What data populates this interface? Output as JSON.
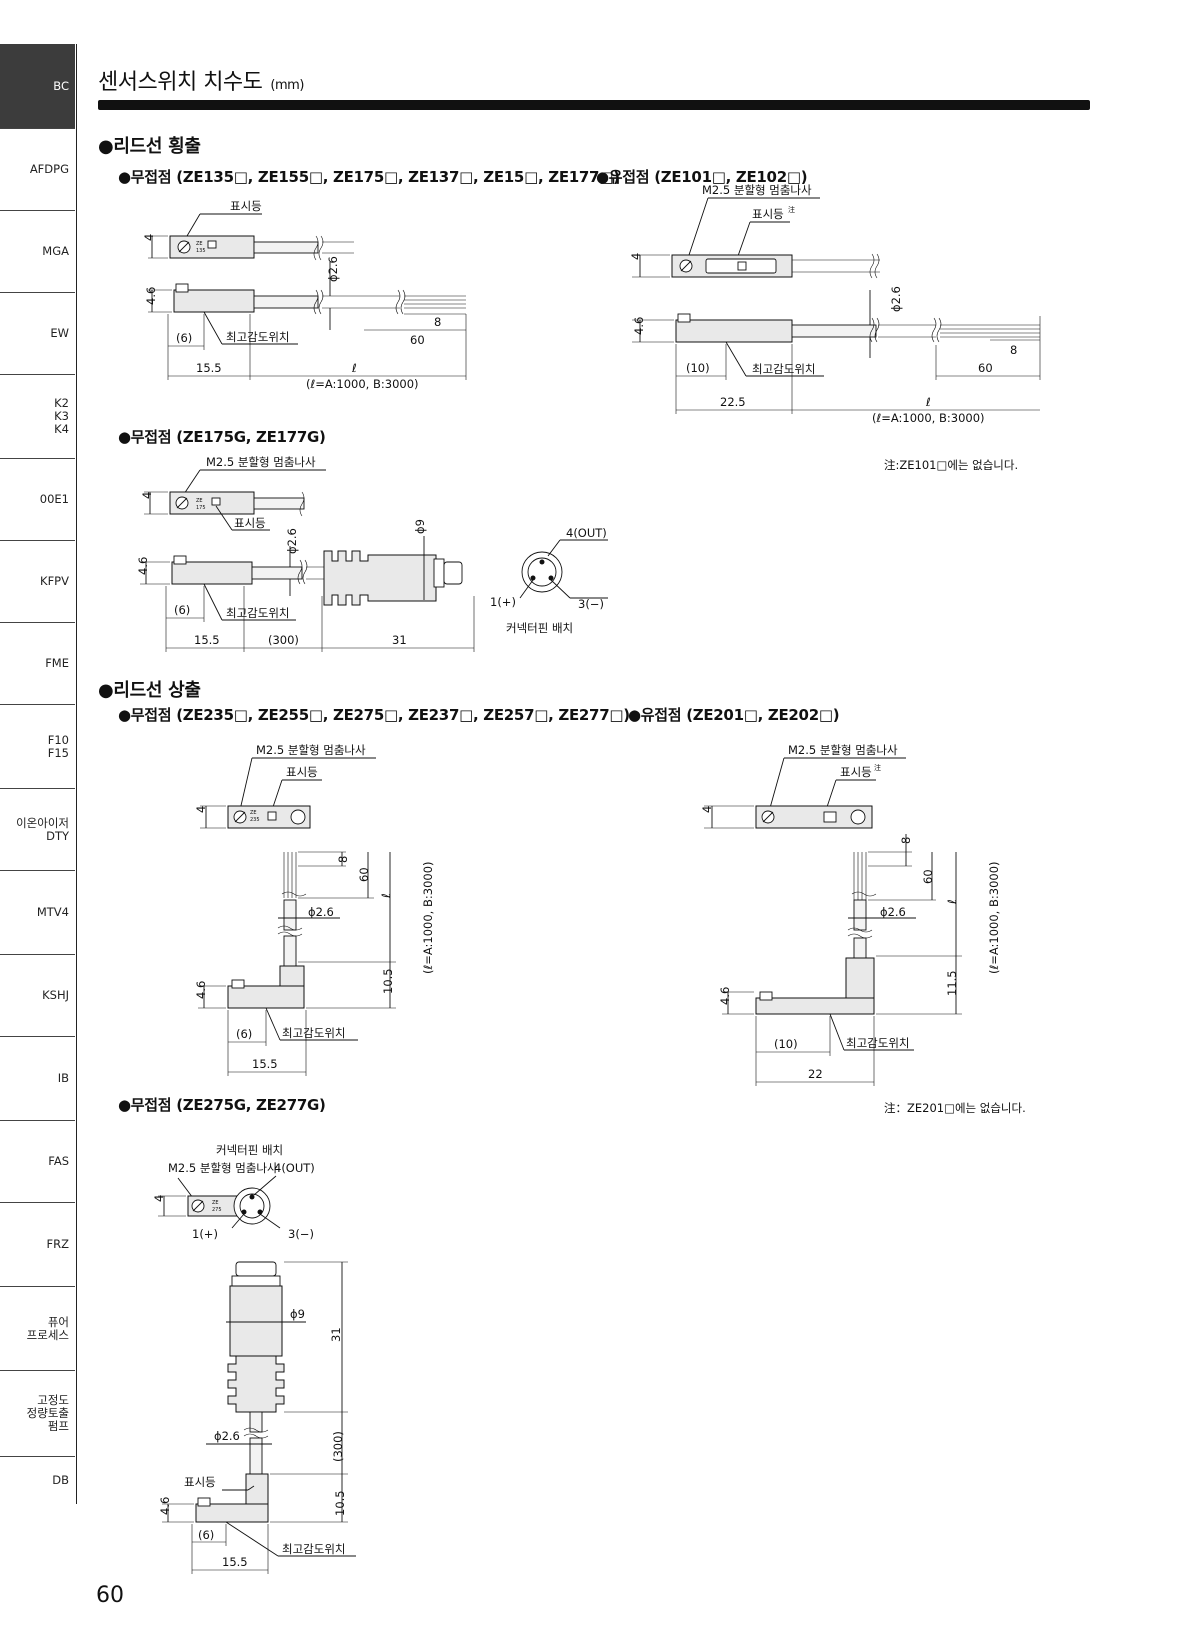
{
  "sidebar": {
    "tabs": [
      {
        "label": "BC",
        "active": true
      },
      {
        "label": "AFDPG"
      },
      {
        "label": "MGA"
      },
      {
        "label": "EW"
      },
      {
        "label": "K2\nK3\nK4"
      },
      {
        "label": "00E1"
      },
      {
        "label": "KFPV"
      },
      {
        "label": "FME"
      },
      {
        "label": "F10\nF15"
      },
      {
        "label": "이온아이저\nDTY"
      },
      {
        "label": "MTV4"
      },
      {
        "label": "KSHJ"
      },
      {
        "label": "IB"
      },
      {
        "label": "FAS"
      },
      {
        "label": "FRZ"
      },
      {
        "label": "퓨어\n프로세스"
      },
      {
        "label": "고정도\n정량토출\n펌프"
      },
      {
        "label": "DB"
      }
    ]
  },
  "header": {
    "title": "센서스위치 치수도",
    "unit": "(mm)"
  },
  "sections": {
    "lead_side": "●리드선 횡출",
    "lead_up": "●리드선 상출"
  },
  "subsections": {
    "side_contactless": "●무접점 (ZE135□, ZE155□, ZE175□, ZE137□, ZE15□, ZE177□)",
    "side_contact": "●유접점 (ZE101□, ZE102□)",
    "side_connector": "●무접점 (ZE175G, ZE177G)",
    "up_contactless": "●무접점 (ZE235□, ZE255□, ZE275□, ZE237□, ZE257□, ZE277□)",
    "up_contact": "●유접점 (ZE201□, ZE202□)",
    "up_connector": "●무접점 (ZE275G, ZE277G)"
  },
  "notes": {
    "side_contact_note": "注:ZE101□에는 없습니다.",
    "up_contact_note": "注：ZE201□에는 없습니다."
  },
  "labels": {
    "indicator": "표시등",
    "indicator_noted": "표시등",
    "note_mark": "注",
    "screw": "M2.5 분할형 멈춤나사",
    "max_sensitivity": "최고감도위치",
    "pin_layout": "커넥터핀 배치",
    "length_spec": "(ℓ=A:1000, B:3000)",
    "length_spec_vertical": "(ℓ=A:1000, B:3000)",
    "ell": "ℓ",
    "dia_2_6": "ϕ2.6",
    "dia_9": "ϕ9",
    "pin_out": "4(OUT)",
    "pin_plus": "1(+)",
    "pin_minus": "3(−)",
    "body_mark_1": "ZE",
    "body_mark_2": "135",
    "body_mark_3": "175",
    "body_mark_4": "235",
    "body_mark_5": "275",
    "d4": "4",
    "d4_6": "4.6",
    "d6": "(6)",
    "d10": "(10)",
    "d15_5": "15.5",
    "d22_5": "22.5",
    "d22": "22",
    "d8": "8",
    "d60": "60",
    "d300": "(300)",
    "d31": "31",
    "d10_5": "10.5",
    "d11_5": "11.5"
  },
  "page_number": "60"
}
